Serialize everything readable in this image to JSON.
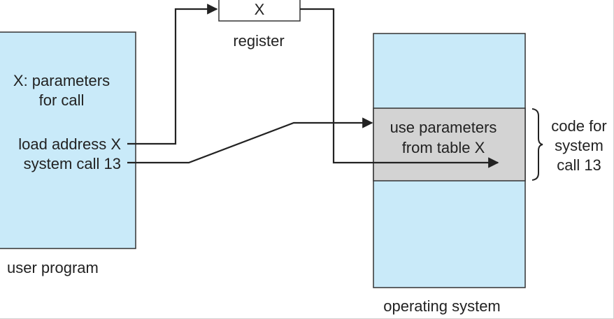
{
  "user_program": {
    "params_line1": "X: parameters",
    "params_line2": "for call",
    "load_address": "load address X",
    "system_call": "system call 13",
    "caption": "user program"
  },
  "register": {
    "value": "X",
    "caption": "register"
  },
  "operating_system": {
    "code_line1": "use parameters",
    "code_line2": "from table X",
    "caption": "operating system"
  },
  "brace_label": {
    "line1": "code for",
    "line2": "system",
    "line3": "call 13"
  },
  "colors": {
    "memory_fill": "#c9eaf9",
    "code_fill": "#d3d3d3",
    "register_fill": "#ffffff",
    "line": "#222222"
  }
}
